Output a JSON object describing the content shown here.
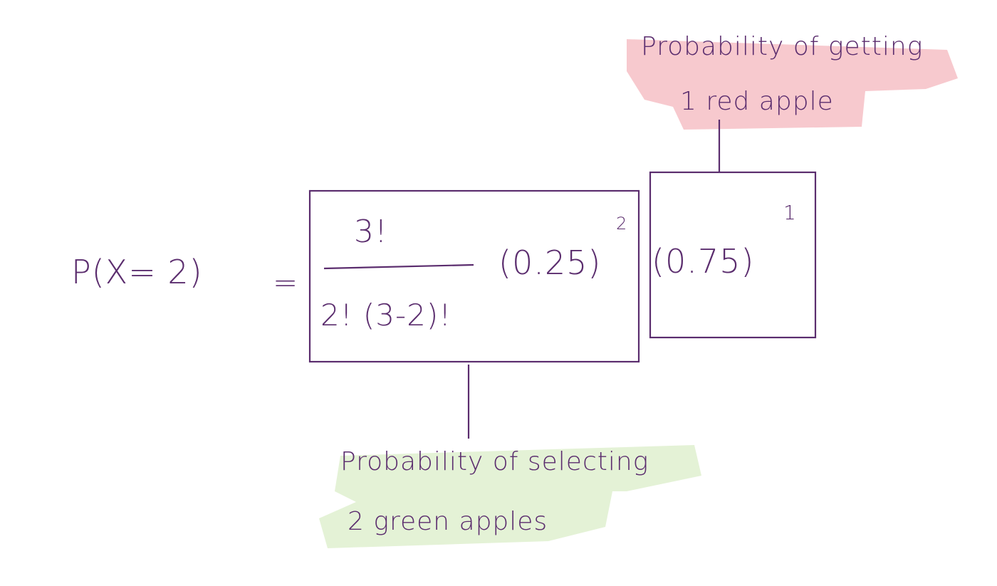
{
  "equation": {
    "lhs": "P(X= 2)",
    "equals": "=",
    "numerator": "3!",
    "denominator": "2! (3-2)!",
    "green_prob": "(0.25)",
    "green_exp": "2",
    "red_prob": "(0.75)",
    "red_exp": "1"
  },
  "annotations": {
    "red": {
      "line1": "Probability of getting",
      "line2": "1 red apple",
      "highlight_color": "#f4b7bd"
    },
    "green": {
      "line1": "Probability of selecting",
      "line2": "2 green apples",
      "highlight_color": "#dff0cf"
    }
  },
  "colors": {
    "ink": "#5b2d6e"
  }
}
